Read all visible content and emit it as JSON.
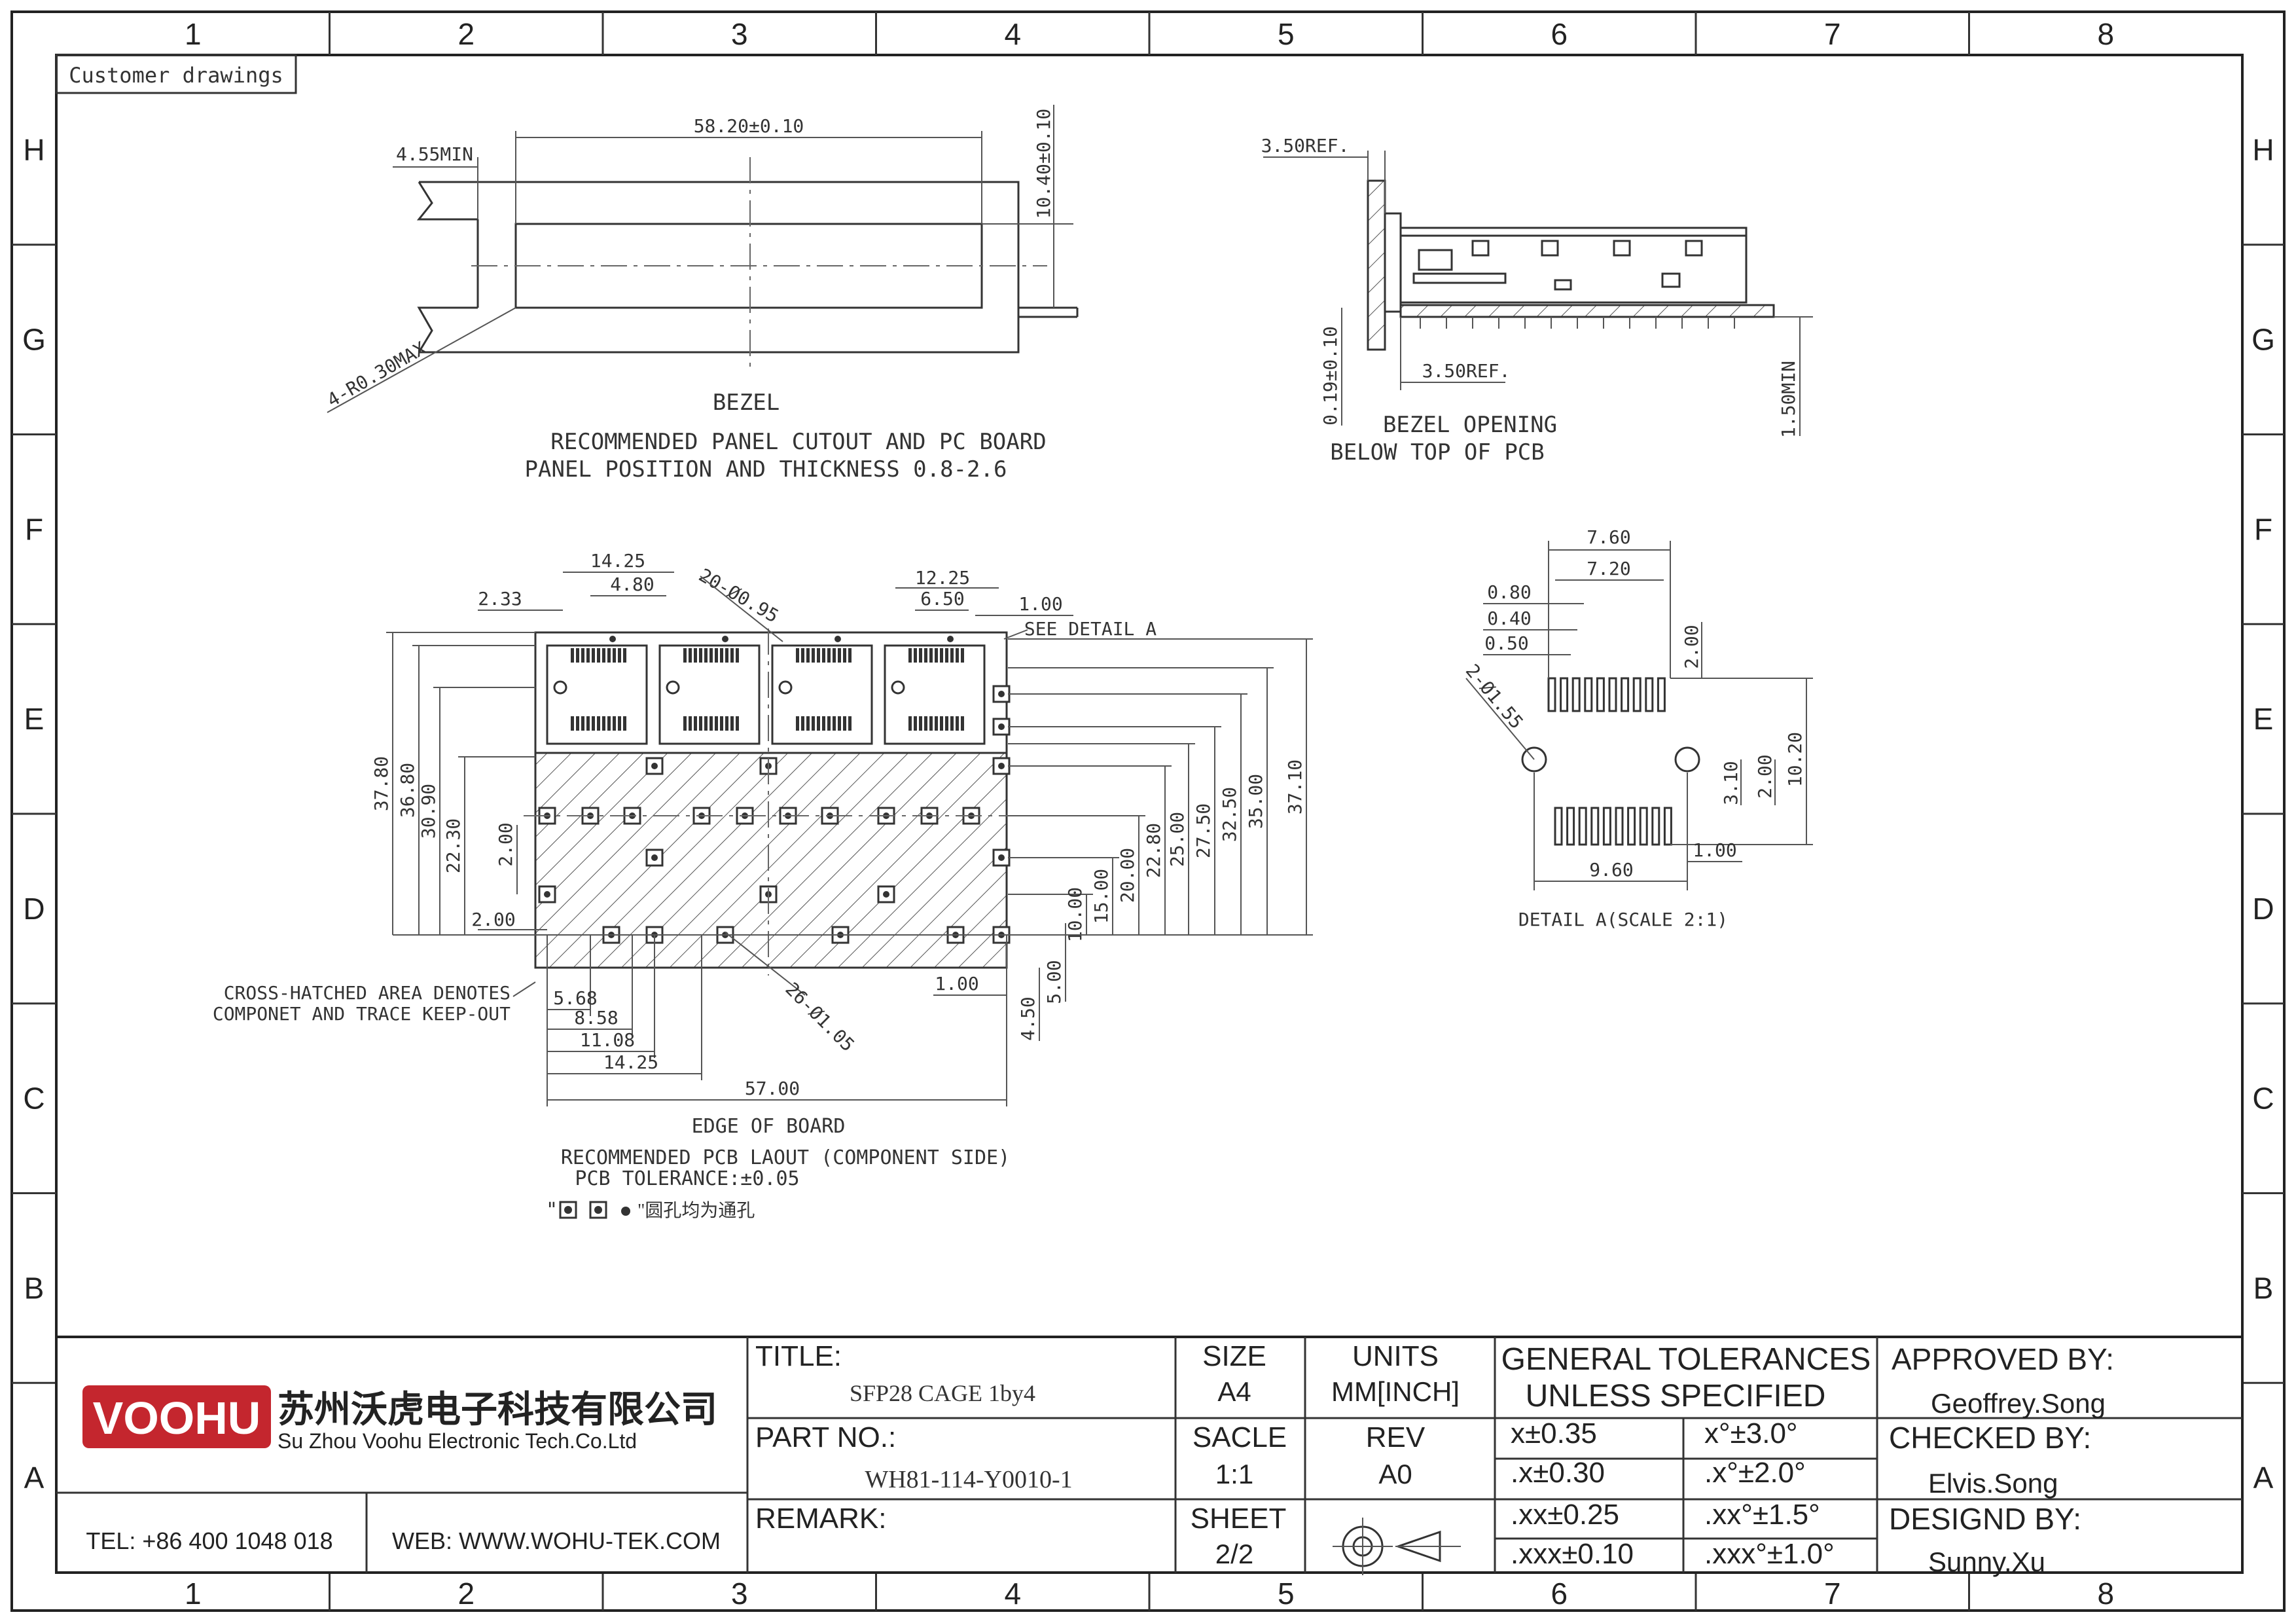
{
  "frame": {
    "column_labels": [
      "1",
      "2",
      "3",
      "4",
      "5",
      "6",
      "7",
      "8"
    ],
    "row_labels": [
      "H",
      "G",
      "F",
      "E",
      "D",
      "C",
      "B",
      "A"
    ],
    "corner_tag": "Customer drawings"
  },
  "bezel_view": {
    "dims": {
      "width": "58.20±0.10",
      "min_left": "4.55MIN",
      "height": "10.40±0.10",
      "radius": "4-R0.30MAX"
    },
    "label": "BEZEL",
    "caption_line1": "RECOMMENDED PANEL CUTOUT AND PC BOARD",
    "caption_line2": "PANEL POSITION AND THICKNESS 0.8-2.6"
  },
  "side_view": {
    "dims": {
      "ref_top": "3.50REF.",
      "ref_bottom": "3.50REF.",
      "offset": "0.19±0.10",
      "min_height": "1.50MIN"
    },
    "caption_line1": "BEZEL OPENING",
    "caption_line2": "BELOW TOP OF PCB"
  },
  "pcb_layout": {
    "top_dims": [
      "14.25",
      "4.80",
      "2.33",
      "20-Ø0.95",
      "12.25",
      "6.50",
      "1.00"
    ],
    "see_detail": "SEE DETAIL A",
    "left_dims": [
      "37.80",
      "36.80",
      "30.90",
      "22.30",
      "2.00",
      "2.00"
    ],
    "right_dims": [
      "10.00",
      "15.00",
      "20.00",
      "22.80",
      "25.00",
      "27.50",
      "32.50",
      "35.00",
      "37.10"
    ],
    "bottom_dims": [
      "5.68",
      "8.58",
      "11.08",
      "14.25",
      "57.00"
    ],
    "right_bottom_dims": [
      "1.00",
      "5.00",
      "4.50"
    ],
    "hole_callout": "26-Ø1.05",
    "keepout_note_line1": "CROSS-HATCHED AREA DENOTES",
    "keepout_note_line2": "COMPONET AND TRACE KEEP-OUT",
    "edge_label": "EDGE OF BOARD",
    "caption_line1": "RECOMMENDED PCB LAOUT (COMPONENT SIDE)",
    "caption_line2": "PCB TOLERANCE:±0.05",
    "hole_note": "\"圆孔均为通孔"
  },
  "detail_a": {
    "dims": {
      "w1": "7.60",
      "w2": "7.20",
      "p1": "0.80",
      "p2": "0.40",
      "p3": "0.50",
      "hole": "2-Ø1.55",
      "h1": "2.00",
      "h2": "10.20",
      "h3": "3.10",
      "h4": "2.00",
      "w3": "1.00",
      "w4": "9.60"
    },
    "caption": "DETAIL A(SCALE 2:1)"
  },
  "title_block": {
    "company_cn": "苏州沃虎电子科技有限公司",
    "company_en": "Su Zhou Voohu Electronic Tech.Co.Ltd",
    "logo_text": "VOOHU",
    "brand_color": "#c4262e",
    "link_color": "#2a4f9c",
    "tel": "TEL: +86 400 1048 018",
    "web": "WEB: WWW.WOHU-TEK.COM",
    "title_label": "TITLE:",
    "title_value": "SFP28 CAGE 1by4",
    "part_label": "PART NO.:",
    "part_value": "WH81-114-Y0010-1",
    "remark_label": "REMARK:",
    "size_label": "SIZE",
    "size_value": "A4",
    "units_label": "UNITS",
    "units_value": "MM[INCH]",
    "scale_label": "SACLE",
    "scale_value": "1:1",
    "rev_label": "REV",
    "rev_value": "A0",
    "sheet_label": "SHEET",
    "sheet_value": "2/2",
    "tol_header1": "GENERAL TOLERANCES",
    "tol_header2": "UNLESS SPECIFIED",
    "tolerances": [
      [
        "x±0.35",
        "x°±3.0°"
      ],
      [
        ".x±0.30",
        ".x°±2.0°"
      ],
      [
        ".xx±0.25",
        ".xx°±1.5°"
      ],
      [
        ".xxx±0.10",
        ".xxx°±1.0°"
      ]
    ],
    "approved_label": "APPROVED BY:",
    "approved_value": "Geoffrey.Song",
    "checked_label": "CHECKED BY:",
    "checked_value": "Elvis.Song",
    "designed_label": "DESIGND BY:",
    "designed_value": "Sunny.Xu"
  }
}
